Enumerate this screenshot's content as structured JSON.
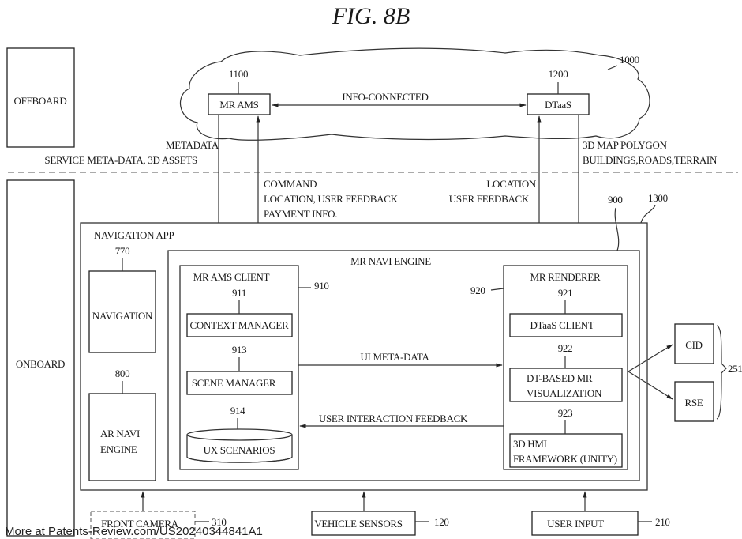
{
  "figure": {
    "title": "FIG. 8B",
    "watermark": "More at Patents-Review.com/US20240344841A1"
  },
  "zones": {
    "offboard": "OFFBOARD",
    "onboard": "ONBOARD"
  },
  "cloud": {
    "ref": "1000",
    "mr_ams": {
      "label": "MR AMS",
      "ref": "1100"
    },
    "dtaas": {
      "label": "DTaaS",
      "ref": "1200"
    },
    "link_label": "INFO-CONNECTED"
  },
  "flows": {
    "metadata": "METADATA",
    "service_meta": "SERVICE META-DATA, 3D ASSETS",
    "command_lines": [
      "COMMAND",
      "LOCATION, USER FEEDBACK",
      "PAYMENT INFO."
    ],
    "location_lines": [
      "LOCATION",
      "USER FEEDBACK"
    ],
    "map_lines": [
      "3D MAP POLYGON",
      "BUILDINGS,ROADS,TERRAIN"
    ],
    "ui_meta": "UI META-DATA",
    "user_interaction": "USER INTERACTION FEEDBACK"
  },
  "navigation_app": {
    "label": "NAVIGATION APP",
    "ref_outer": "1300",
    "navigation": {
      "label": "NAVIGATION",
      "ref": "770"
    },
    "ar_navi": {
      "label_lines": [
        "AR NAVI",
        "ENGINE"
      ],
      "ref": "800"
    }
  },
  "mr_navi_engine": {
    "label": "MR NAVI ENGINE",
    "ref": "900",
    "mr_ams_client": {
      "label": "MR AMS CLIENT",
      "ref": "910",
      "context_manager": {
        "label": "CONTEXT MANAGER",
        "ref": "911"
      },
      "scene_manager": {
        "label": "SCENE MANAGER",
        "ref": "913"
      },
      "ux_scenarios": {
        "label": "UX SCENARIOS",
        "ref": "914"
      }
    },
    "mr_renderer": {
      "label": "MR RENDERER",
      "ref": "920",
      "dtaas_client": {
        "label": "DTaaS CLIENT",
        "ref": "921"
      },
      "dt_mr_vis": {
        "label_lines": [
          "DT-BASED MR",
          "VISUALIZATION"
        ],
        "ref": "922"
      },
      "hmi": {
        "label_lines": [
          "3D HMI",
          "FRAMEWORK (UNITY)"
        ],
        "ref": "923"
      }
    }
  },
  "displays": {
    "ref": "251",
    "cid": "CID",
    "rse": "RSE"
  },
  "inputs": {
    "front_camera": {
      "label": "FRONT CAMERA",
      "ref": "310"
    },
    "vehicle_sensors": {
      "label": "VEHICLE SENSORS",
      "ref": "120"
    },
    "user_input": {
      "label": "USER INPUT",
      "ref": "210"
    }
  }
}
